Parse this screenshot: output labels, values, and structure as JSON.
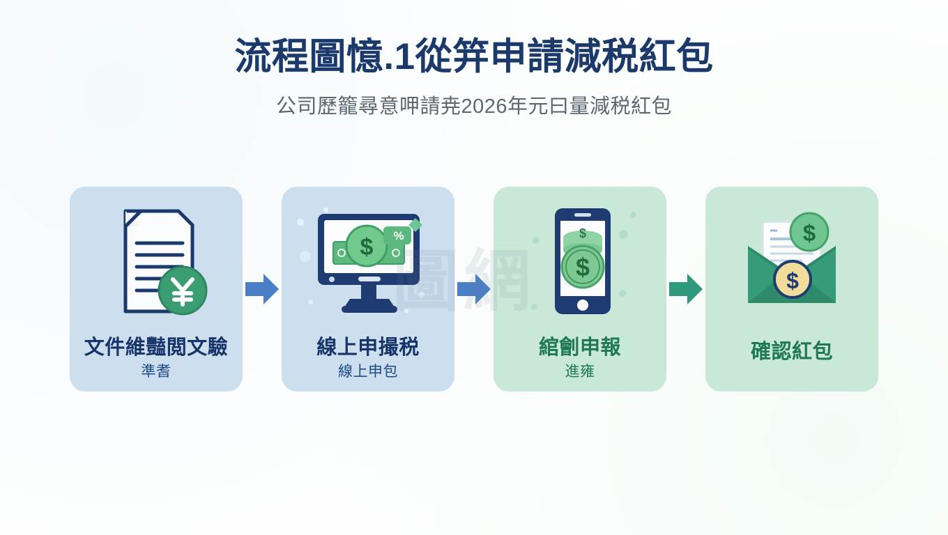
{
  "header": {
    "title": "流程圖憶.1從笄申請減税紅包",
    "subtitle": "公司歷籠尋意呷請尭2026年元曰量減税紅包"
  },
  "watermark": {
    "text": "圖網"
  },
  "colors": {
    "title_navy": "#1b3a6b",
    "subtitle_grey": "#5d6770",
    "card_blue": "#cddeef",
    "card_green": "#c9e8d8",
    "label_blue": "#17356a",
    "label_green": "#1f7a54",
    "arrow_blue": "#4a7fc8",
    "arrow_teal": "#2e9a7b",
    "icon_navy": "#1b3a6b",
    "icon_green": "#3fa776",
    "icon_teal": "#2f8f70",
    "coin_gold": "#f2dc9a"
  },
  "flow": {
    "steps": [
      {
        "id": "step-1",
        "icon": "document-with-yen-coin-icon",
        "theme": "blue",
        "label": "文件維豔閲文驗",
        "sublabel": "準耆"
      },
      {
        "id": "step-2",
        "icon": "desktop-monitor-with-cash-icon",
        "theme": "blue",
        "label": "線上申撮税",
        "sublabel": "線上申包"
      },
      {
        "id": "step-3",
        "icon": "smartphone-with-coins-icon",
        "theme": "green",
        "label": "綰劊申報",
        "sublabel": "進雍"
      },
      {
        "id": "step-4",
        "icon": "envelope-with-letter-and-coins-icon",
        "theme": "green",
        "label": "確認紅包",
        "sublabel": ""
      }
    ],
    "arrows": [
      {
        "id": "arrow-1",
        "color": "#4a7fc8"
      },
      {
        "id": "arrow-2",
        "color": "#4a7fc8"
      },
      {
        "id": "arrow-3",
        "color": "#2e9a7b"
      }
    ]
  }
}
